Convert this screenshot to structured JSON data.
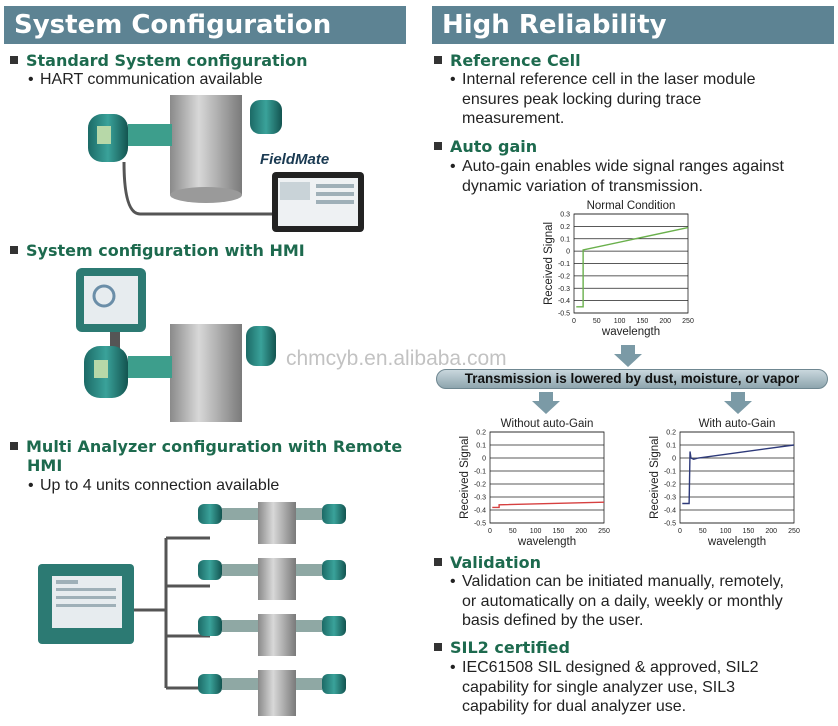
{
  "left": {
    "banner": "System Configuration",
    "sections": [
      {
        "title": "Standard System configuration",
        "bullets": [
          "HART communication available"
        ]
      },
      {
        "title": "System configuration with HMI",
        "bullets": []
      },
      {
        "title_lines": [
          "Multi Analyzer configuration with Remote",
          "HMI"
        ],
        "bullets": [
          "Up to 4 units connection  available"
        ]
      }
    ],
    "logo_text": "FieldMate"
  },
  "right": {
    "banner": "High Reliability",
    "sections": [
      {
        "title": "Reference Cell",
        "bullet_lines": [
          "Internal reference cell in the laser module",
          "ensures peak locking during trace",
          "measurement."
        ]
      },
      {
        "title": "Auto gain",
        "bullet_lines": [
          "Auto-gain enables wide signal ranges against",
          "dynamic variation of transmission."
        ]
      },
      {
        "title": "Validation",
        "bullet_lines": [
          "Validation can be initiated manually, remotely,",
          "or automatically on a daily, weekly or monthly",
          "basis defined by the user."
        ]
      },
      {
        "title": "SIL2 certified",
        "bullet_lines": [
          "IEC61508 SIL designed & approved, SIL2",
          "capability for single analyzer use, SIL3",
          "capability for dual analyzer use."
        ]
      }
    ],
    "transmission_banner": "Transmission is lowered by dust, moisture, or vapor"
  },
  "bullet_glyph": "•",
  "watermark": "chmcyb.en.alibaba.com",
  "colors": {
    "banner": "#5d8393",
    "heading": "#1d6a4e",
    "normal": "#6ab04c",
    "without": "#d64040",
    "with": "#2e3a7a"
  },
  "chart_data": [
    {
      "type": "line",
      "title": "Normal Condition",
      "xlabel": "wavelength",
      "ylabel": "Received Signal",
      "xlim": [
        0,
        250
      ],
      "ylim": [
        -0.5,
        0.3
      ],
      "xticks": [
        "0",
        "50",
        "100",
        "150",
        "200",
        "250"
      ],
      "yticks": [
        "0.3",
        "0.2",
        "0.1",
        "0",
        "-0.1",
        "-0.2",
        "-0.3",
        "-0.4",
        "-0.5"
      ],
      "x": [
        5,
        20,
        20,
        250
      ],
      "y": [
        -0.45,
        -0.45,
        0.01,
        0.19
      ],
      "color": "#6ab04c"
    },
    {
      "type": "line",
      "title": "Without auto-Gain",
      "xlabel": "wavelength",
      "ylabel": "Received Signal",
      "xlim": [
        0,
        250
      ],
      "ylim": [
        -0.5,
        0.2
      ],
      "xticks": [
        "0",
        "50",
        "100",
        "150",
        "200",
        "250"
      ],
      "yticks": [
        "0.2",
        "0.1",
        "0",
        "-0.1",
        "-0.2",
        "-0.3",
        "-0.4",
        "-0.5"
      ],
      "x": [
        5,
        20,
        20,
        250
      ],
      "y": [
        -0.38,
        -0.38,
        -0.36,
        -0.34
      ],
      "color": "#d64040"
    },
    {
      "type": "line",
      "title": "With auto-Gain",
      "xlabel": "wavelength",
      "ylabel": "Received Signal",
      "xlim": [
        0,
        250
      ],
      "ylim": [
        -0.5,
        0.2
      ],
      "xticks": [
        "0",
        "50",
        "100",
        "150",
        "200",
        "250"
      ],
      "yticks": [
        "0.2",
        "0.1",
        "0",
        "-0.1",
        "-0.2",
        "-0.3",
        "-0.4",
        "-0.5"
      ],
      "x": [
        5,
        20,
        22,
        24,
        30,
        40,
        250
      ],
      "y": [
        -0.35,
        -0.35,
        0.05,
        0.0,
        -0.01,
        0.0,
        0.1
      ],
      "color": "#2e3a7a"
    }
  ]
}
